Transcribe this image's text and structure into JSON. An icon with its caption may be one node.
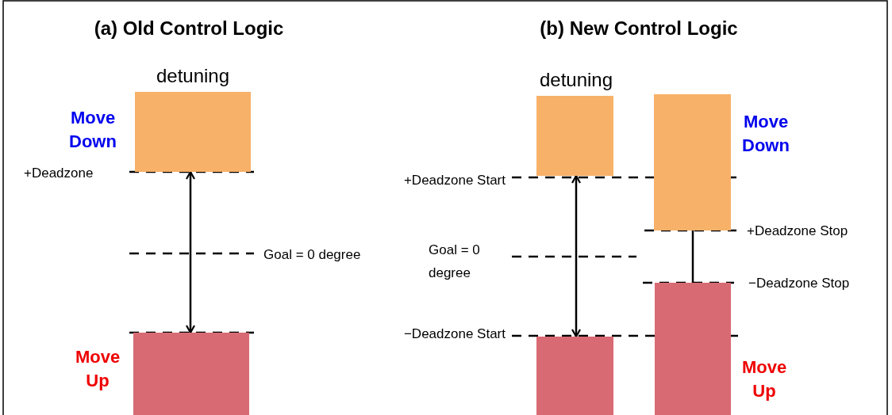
{
  "diagram": {
    "nodes": [
      {
        "text": [],
        "shape": "bar",
        "beside": [
          "detuning",
          "Move Down"
        ]
      },
      {
        "text": [],
        "shape": "bar",
        "beside": [
          "Move Up"
        ]
      },
      {
        "text": [],
        "shape": "bar",
        "beside": [
          "detuning"
        ]
      },
      {
        "text": [],
        "shape": "bar"
      },
      {
        "text": [],
        "shape": "bar",
        "beside": [
          "Move Down"
        ]
      },
      {
        "text": [],
        "shape": "bar",
        "beside": [
          "Move Up"
        ]
      }
    ],
    "edges": [
      {
        "from": 0,
        "to": 1,
        "arrow": "both"
      },
      {
        "from": 2,
        "to": 3,
        "arrow": "both"
      },
      {
        "from": 4,
        "to": 5,
        "arrow": "none"
      }
    ],
    "labels": [
      "(a) Old Control Logic",
      "(b) New Control Logic",
      "+Deadzone",
      "Goal = 0 degree",
      "+Deadzone Start",
      "Goal = 0 degree",
      "+Deadzone Stop",
      "−Deadzone Stop",
      "−Deadzone Start"
    ]
  }
}
